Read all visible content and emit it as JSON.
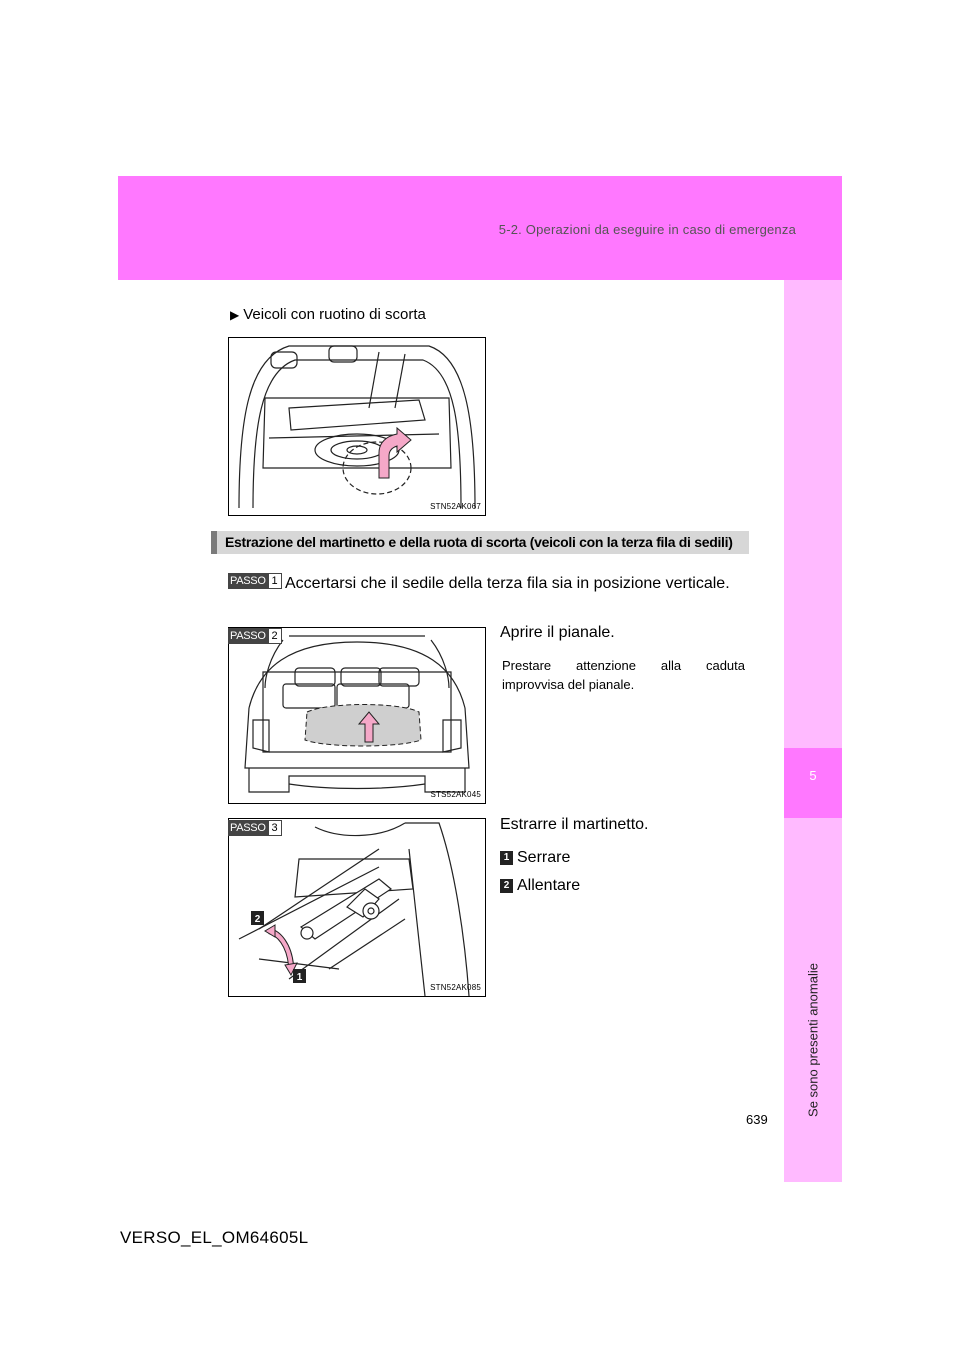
{
  "header": {
    "section_title": "5-2. Operazioni da eseguire in caso di emergenza",
    "side_tab_number": "5",
    "side_tab_label": "Se sono presenti anomalie"
  },
  "bullet": {
    "symbol": "▶",
    "text": "Veicoli con ruotino di scorta"
  },
  "figures": {
    "fig1_code": "STN52AK067",
    "fig2_code": "STS52AK045",
    "fig3_code": "STN52AK085"
  },
  "section": {
    "title": "Estrazione del martinetto e della ruota di scorta (veicoli con la terza fila di sedili)"
  },
  "passo_word": "PASSO",
  "steps": [
    {
      "number": "1",
      "text": "Accertarsi che il sedile della terza fila sia in posizione verticale."
    },
    {
      "number": "2",
      "text": "Aprire il pianale.",
      "note": "Prestare attenzione alla caduta improvvisa del pianale."
    },
    {
      "number": "3",
      "text": "Estrarre il martinetto.",
      "items": [
        {
          "badge": "1",
          "label": "Serrare"
        },
        {
          "badge": "2",
          "label": "Allentare"
        }
      ]
    }
  ],
  "page_number": "639",
  "doc_code": "VERSO_EL_OM64605L",
  "colors": {
    "header_band": "#ff78ff",
    "side_tab": "#ffbaff",
    "section_bar": "#d7d7d7"
  }
}
